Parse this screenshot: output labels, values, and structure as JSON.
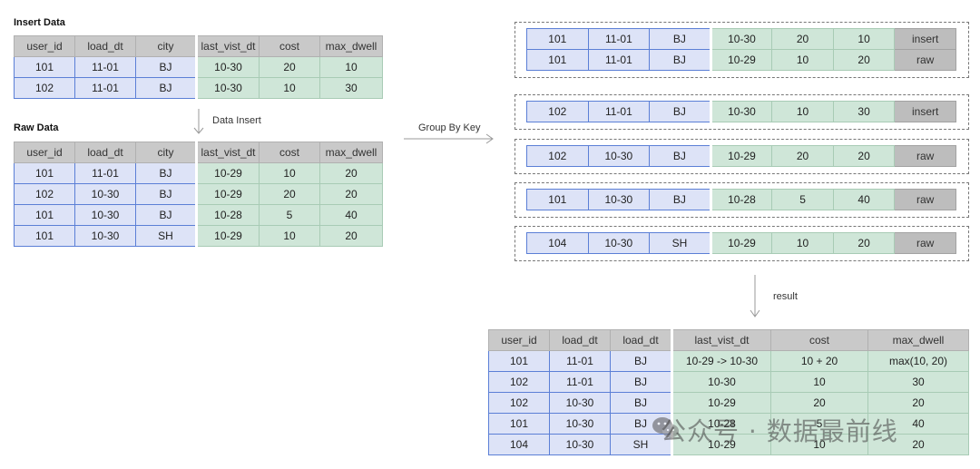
{
  "insert": {
    "title": "Insert Data",
    "headers": [
      "user_id",
      "load_dt",
      "city",
      "last_vist_dt",
      "cost",
      "max_dwell"
    ],
    "rows": [
      [
        "101",
        "11-01",
        "BJ",
        "10-30",
        "20",
        "10"
      ],
      [
        "102",
        "11-01",
        "BJ",
        "10-30",
        "10",
        "30"
      ]
    ]
  },
  "raw": {
    "title": "Raw Data",
    "headers": [
      "user_id",
      "load_dt",
      "city",
      "last_vist_dt",
      "cost",
      "max_dwell"
    ],
    "rows": [
      [
        "101",
        "11-01",
        "BJ",
        "10-29",
        "10",
        "20"
      ],
      [
        "102",
        "10-30",
        "BJ",
        "10-29",
        "20",
        "20"
      ],
      [
        "101",
        "10-30",
        "BJ",
        "10-28",
        "5",
        "40"
      ],
      [
        "101",
        "10-30",
        "SH",
        "10-29",
        "10",
        "20"
      ]
    ]
  },
  "labels": {
    "data_insert": "Data Insert",
    "group_by_key": "Group By Key",
    "result": "result"
  },
  "groups": [
    [
      [
        "101",
        "11-01",
        "BJ",
        "10-30",
        "20",
        "10",
        "insert"
      ],
      [
        "101",
        "11-01",
        "BJ",
        "10-29",
        "10",
        "20",
        "raw"
      ]
    ],
    [
      [
        "102",
        "11-01",
        "BJ",
        "10-30",
        "10",
        "30",
        "insert"
      ]
    ],
    [
      [
        "102",
        "10-30",
        "BJ",
        "10-29",
        "20",
        "20",
        "raw"
      ]
    ],
    [
      [
        "101",
        "10-30",
        "BJ",
        "10-28",
        "5",
        "40",
        "raw"
      ]
    ],
    [
      [
        "104",
        "10-30",
        "SH",
        "10-29",
        "10",
        "20",
        "raw"
      ]
    ]
  ],
  "result": {
    "headers": [
      "user_id",
      "load_dt",
      "load_dt",
      "last_vist_dt",
      "cost",
      "max_dwell"
    ],
    "rows": [
      [
        "101",
        "11-01",
        "BJ",
        "10-29 -> 10-30",
        "10 + 20",
        "max(10, 20)"
      ],
      [
        "102",
        "11-01",
        "BJ",
        "10-30",
        "10",
        "30"
      ],
      [
        "102",
        "10-30",
        "BJ",
        "10-29",
        "20",
        "20"
      ],
      [
        "101",
        "10-30",
        "BJ",
        "10-28",
        "5",
        "40"
      ],
      [
        "104",
        "10-30",
        "SH",
        "10-29",
        "10",
        "20"
      ]
    ]
  },
  "watermark": "公众号 · 数据最前线",
  "colors": {
    "key_fill": "#dde3f7",
    "key_border": "#5b7fd6",
    "value_fill": "#cfe6d8",
    "tag_fill": "#bdbdbd",
    "header_fill": "#c9c9c9"
  }
}
